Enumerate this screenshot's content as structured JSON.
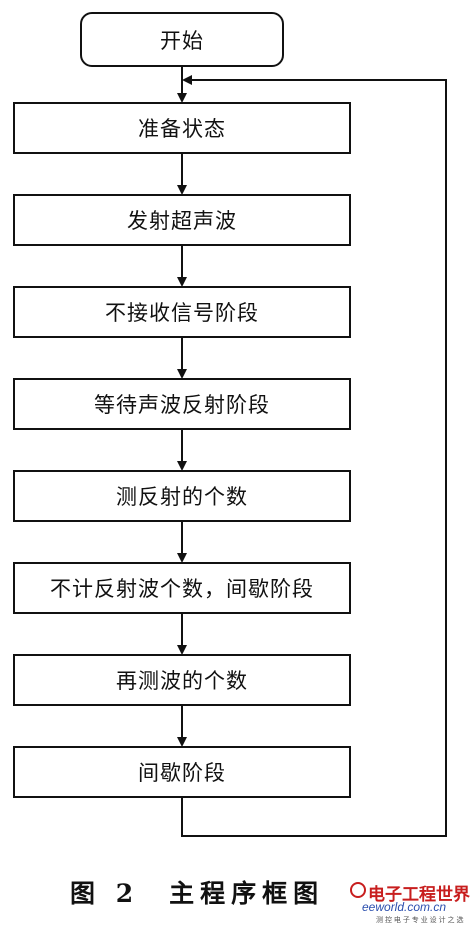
{
  "flowchart": {
    "steps": [
      {
        "id": "start",
        "label": "开始"
      },
      {
        "id": "prepare",
        "label": "准备状态"
      },
      {
        "id": "emit",
        "label": "发射超声波"
      },
      {
        "id": "no-receive",
        "label": "不接收信号阶段"
      },
      {
        "id": "wait-echo",
        "label": "等待声波反射阶段"
      },
      {
        "id": "count-echo",
        "label": "测反射的个数"
      },
      {
        "id": "pause-count",
        "label": "不计反射波个数，间歇阶段"
      },
      {
        "id": "recount",
        "label": "再测波的个数"
      },
      {
        "id": "pause",
        "label": "间歇阶段"
      }
    ],
    "loop": {
      "from": "pause",
      "to": "prepare"
    }
  },
  "caption": {
    "figure": "图 2",
    "title": "主程序框图"
  },
  "watermark": {
    "brand": "电子工程世界",
    "url": "eeworld.com.cn",
    "tagline": "测 控 电 子 专 业 设 计 之 选"
  },
  "colors": {
    "line": "#111111",
    "watermark_red": "#c81e1e",
    "watermark_blue": "#2b4fae"
  }
}
